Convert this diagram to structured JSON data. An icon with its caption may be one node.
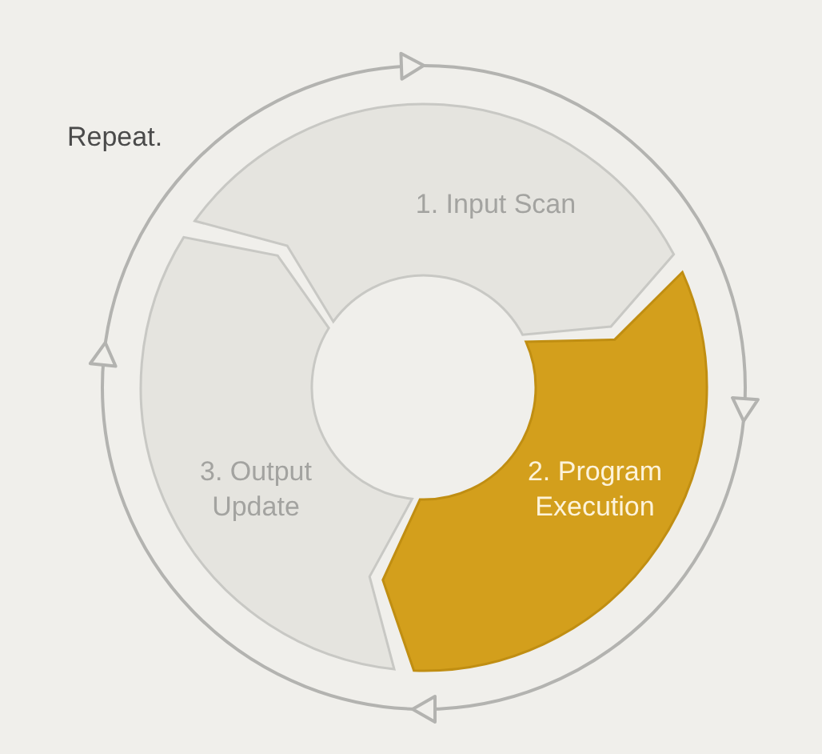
{
  "diagram": {
    "nodes": [
      {
        "text": [
          "1. Input Scan"
        ]
      },
      {
        "text": [
          "2. Program Execution"
        ]
      },
      {
        "text": [
          "3. Output Update"
        ]
      }
    ],
    "labels": [
      "Repeat."
    ]
  }
}
